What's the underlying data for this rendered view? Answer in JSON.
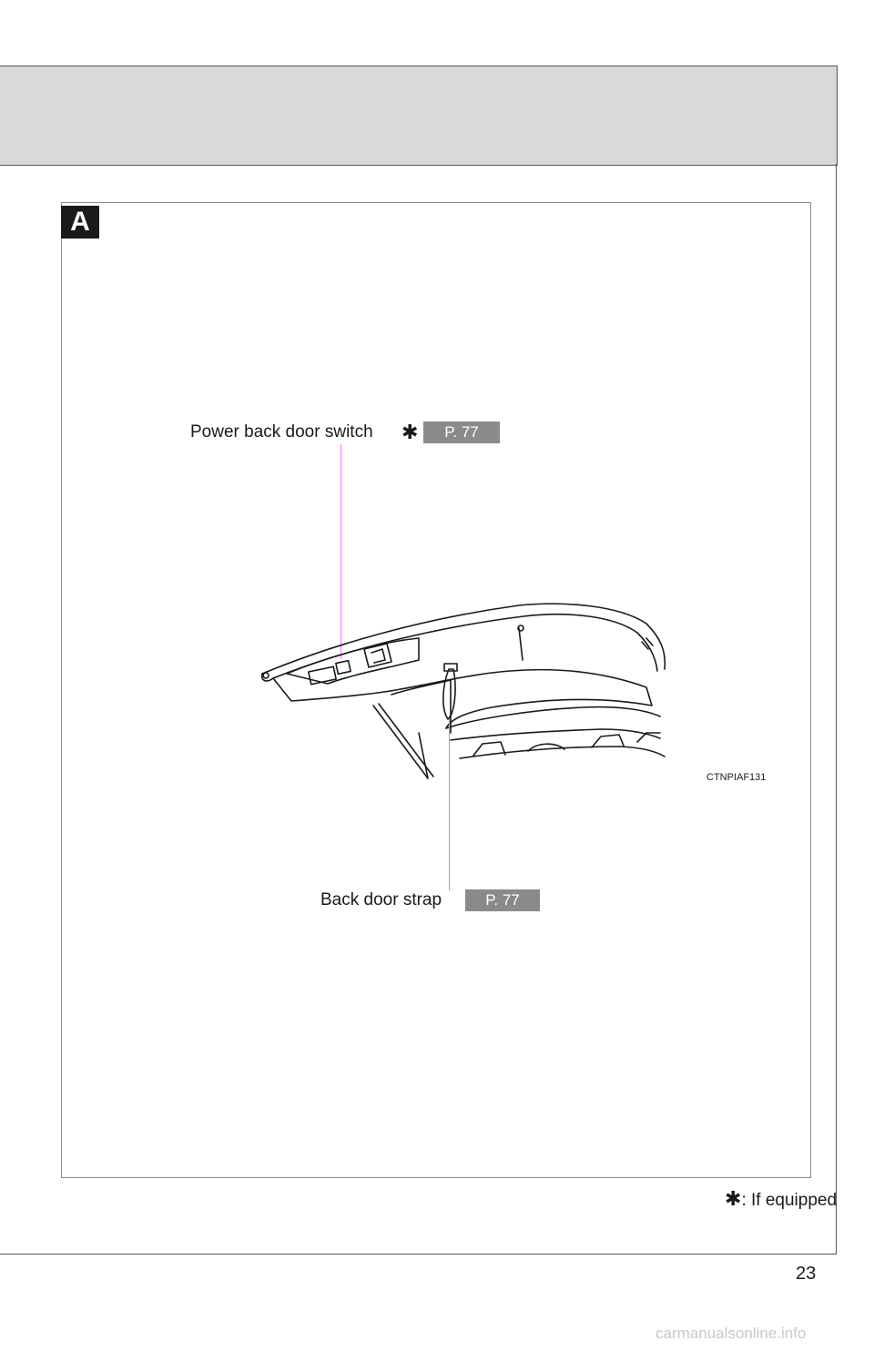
{
  "section": {
    "tab_letter": "A"
  },
  "callouts": {
    "power_switch": {
      "label": "Power back door switch",
      "marker": "✱",
      "ref": "P. 77"
    },
    "door_strap": {
      "label": "Back door strap",
      "ref": "P. 77"
    }
  },
  "figure_code": "CTNPIAF131",
  "footnote": {
    "marker": "✱",
    "text": ": If equipped"
  },
  "page_number": "23",
  "watermark": "carmanualsonline.info",
  "icons": {
    "illustration": "back-door-illustration"
  }
}
